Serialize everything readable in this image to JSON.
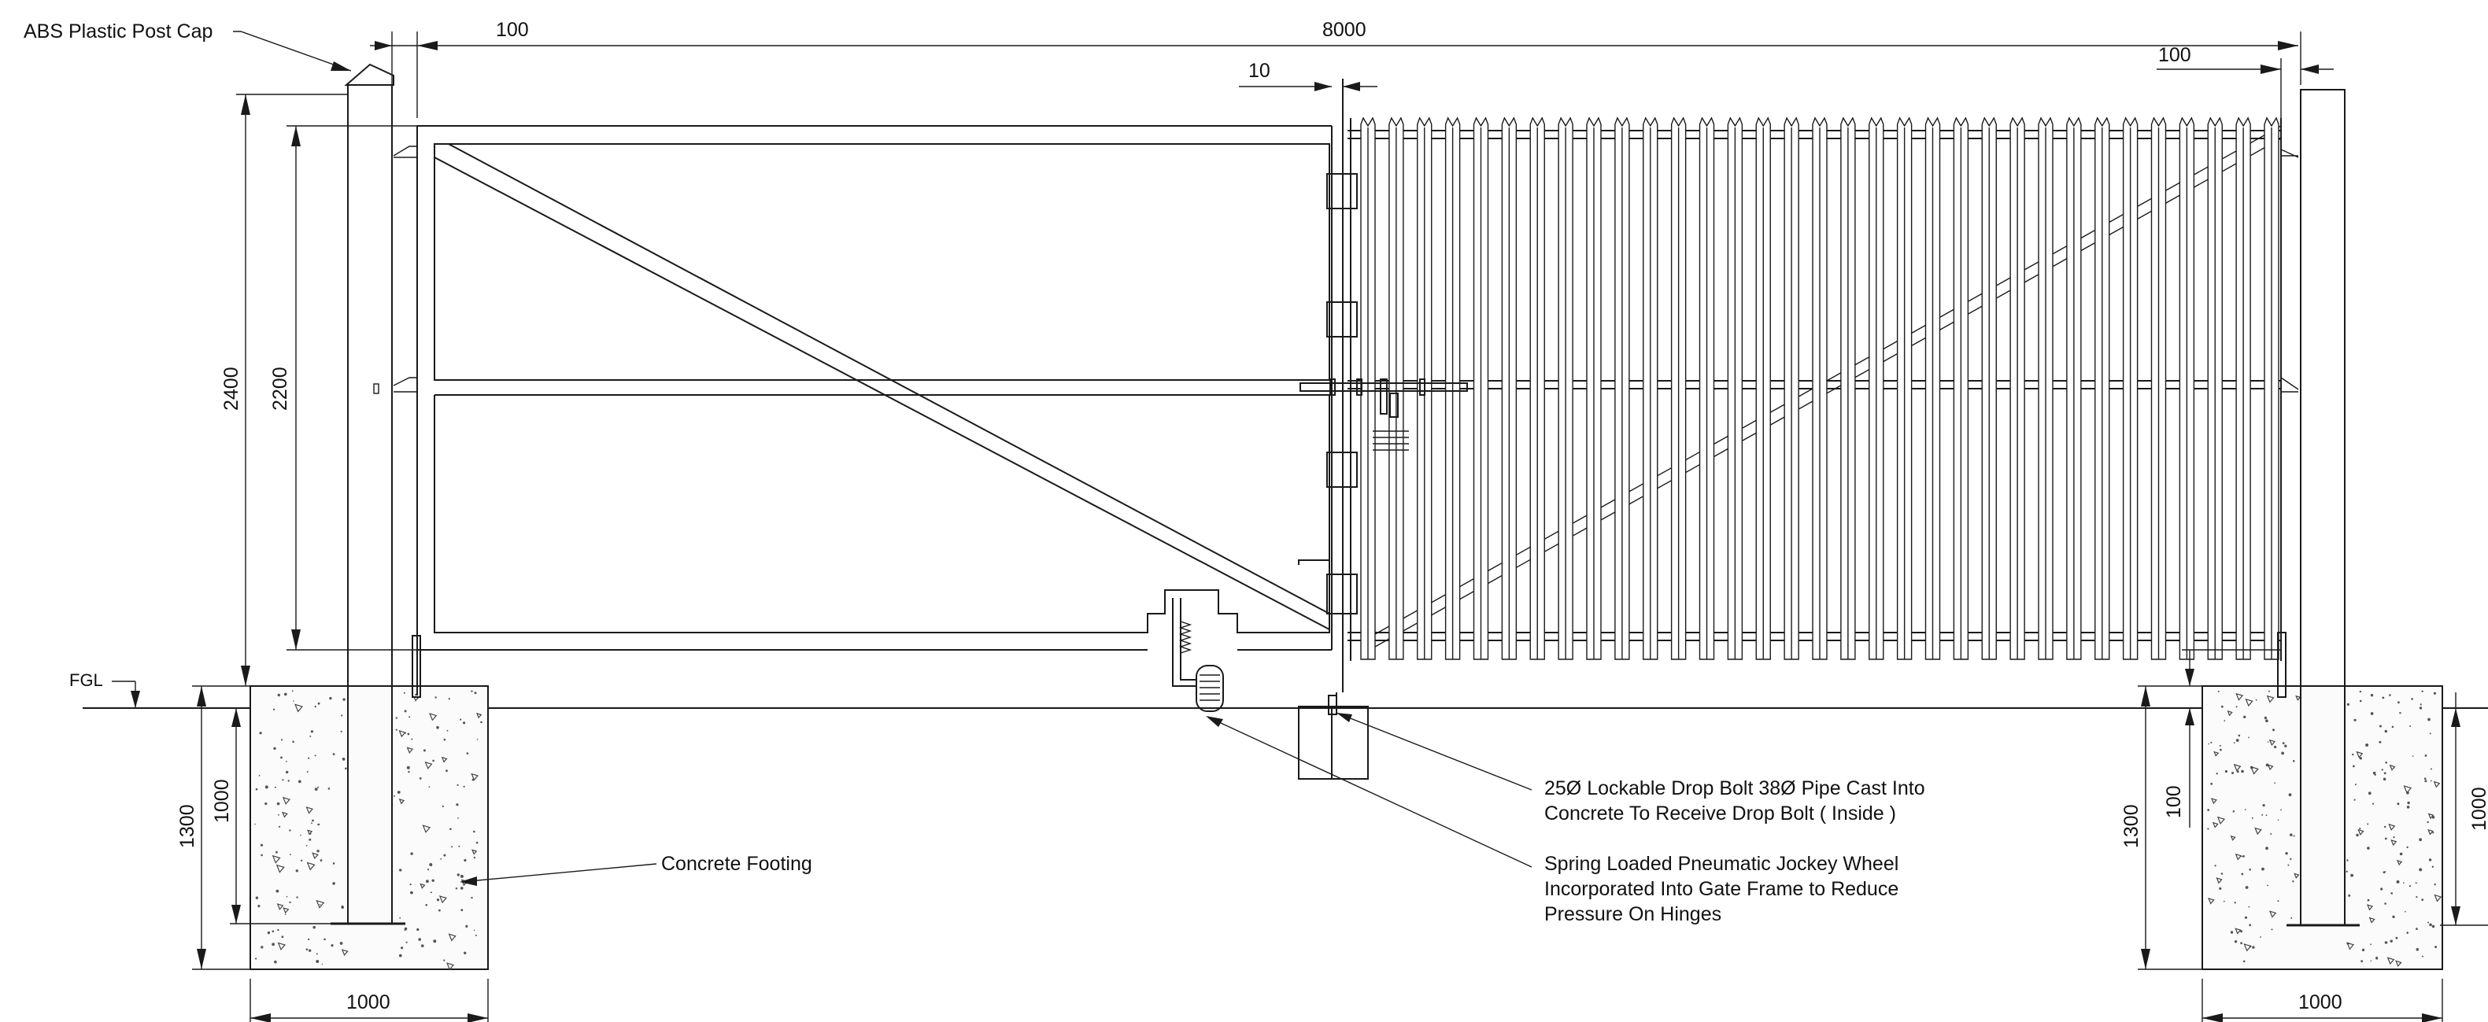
{
  "labels": {
    "post_cap": "ABS  Plastic Post Cap",
    "fgl": "FGL",
    "concrete_footing": "Concrete Footing",
    "drop_bolt_line1": "25Ø Lockable Drop Bolt 38Ø Pipe Cast Into",
    "drop_bolt_line2": "Concrete To Receive Drop Bolt ( Inside )",
    "jockey_line1": "Spring Loaded Pneumatic Jockey Wheel",
    "jockey_line2": "Incorporated Into Gate Frame to Reduce",
    "jockey_line3": "Pressure On Hinges"
  },
  "dimensions": {
    "overall_width": "8000",
    "left_post_gap": "100",
    "right_post_gap": "100",
    "leaf_gap": "10",
    "post_height": "2400",
    "gate_height": "2200",
    "left_footing_depth": "1300",
    "left_post_embed": "1000",
    "left_footing_width": "1000",
    "right_footing_depth": "1300",
    "right_small": "100",
    "right_post_embed": "1000",
    "right_footing_width": "1000"
  },
  "palisade": {
    "pale_count": 33
  }
}
